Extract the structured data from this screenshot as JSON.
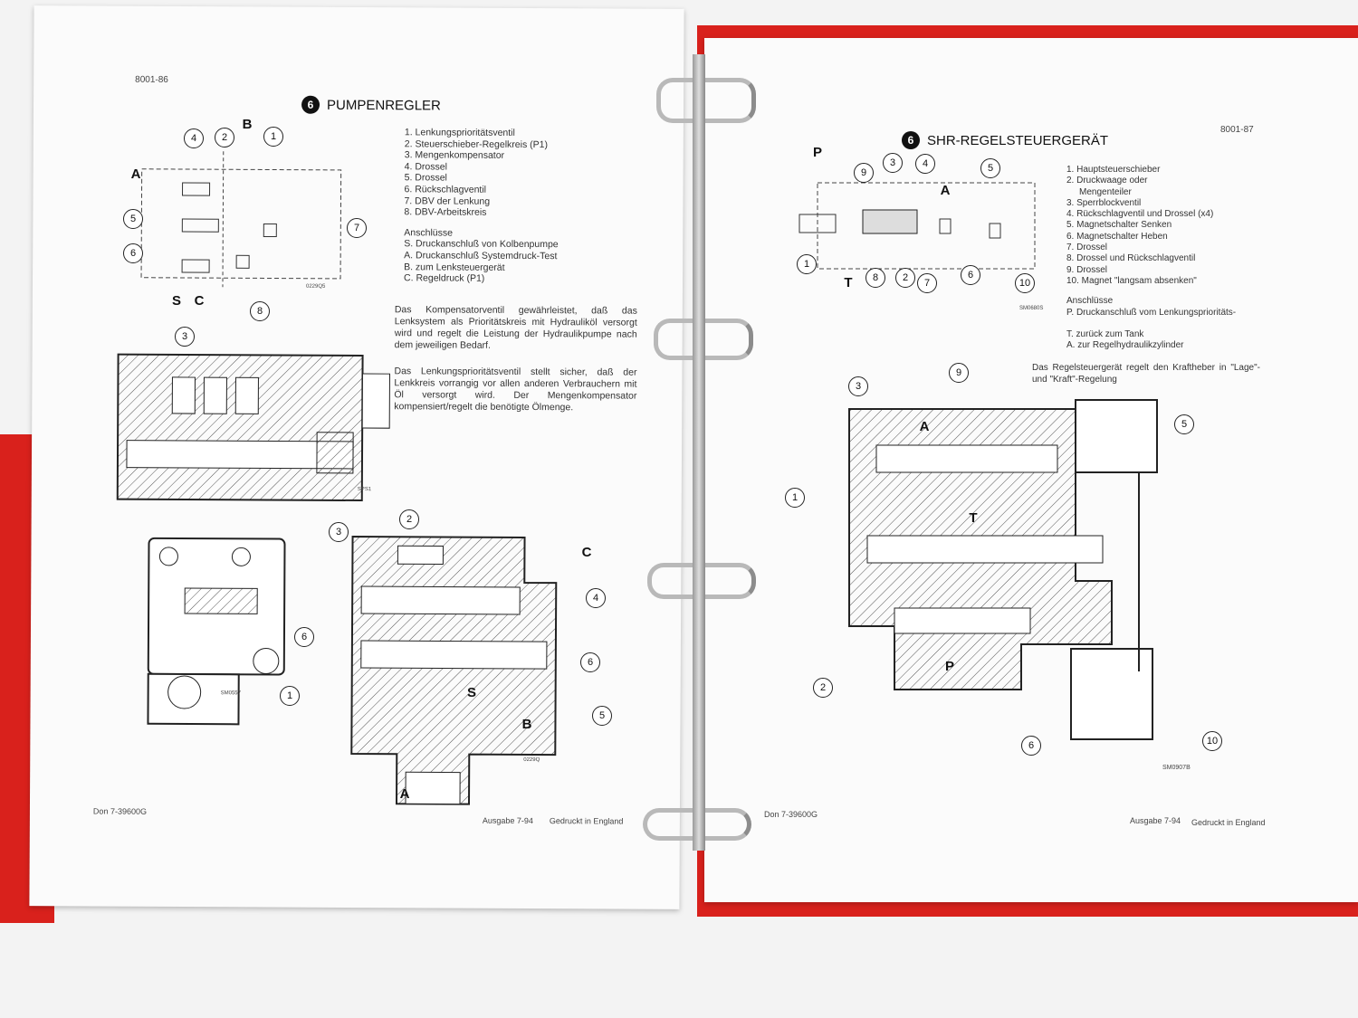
{
  "left_page": {
    "page_number": "8001-86",
    "section_number": "6",
    "title": "PUMPENREGLER",
    "items": [
      "1. Lenkungsprioritätsventil",
      "2. Steuerschieber-Regelkreis (P1)",
      "3. Mengenkompensator",
      "4. Drossel",
      "5. Drossel",
      "6. Rückschlagventil",
      "7. DBV der Lenkung",
      "8. DBV-Arbeitskreis"
    ],
    "connections_heading": "Anschlüsse",
    "connections": [
      "S. Druckanschluß von Kolbenpumpe",
      "A. Druckanschluß Systemdruck-Test",
      "B. zum Lenksteuergerät",
      "C. Regeldruck (P1)"
    ],
    "paragraph1": "Das Kompensatorventil gewährleistet, daß das Lenksystem als Prioritätskreis mit Hydrauliköl versorgt wird und regelt die Leistung der Hydraulikpumpe nach dem jeweiligen Bedarf.",
    "paragraph2": "Das Lenkungsprioritätsventil stellt sicher, daß der Lenkkreis vorrangig vor allen anderen Verbrauchern mit Öl versorgt wird. Der Mengenkompensator kompensiert/regelt die benötigte Ölmenge.",
    "schematic_callouts": [
      "4",
      "2",
      "1",
      "5",
      "6",
      "7",
      "3",
      "8"
    ],
    "schematic_letters": [
      "A",
      "B",
      "S",
      "C"
    ],
    "schematic_code": "0229Q5",
    "section_code": "SPS1",
    "section_callout": "3",
    "lower_left_code": "SM0557",
    "lower_left_callouts": [
      "6",
      "1"
    ],
    "lower_right_code": "0229Q",
    "lower_right_callouts": [
      "2",
      "4",
      "6",
      "5"
    ],
    "lower_right_letters": [
      "C",
      "S",
      "B",
      "A"
    ],
    "footer_left": "Don 7-39600G",
    "footer_issue": "Ausgabe 7-94",
    "footer_print": "Gedruckt in England"
  },
  "right_page": {
    "page_number": "8001-87",
    "section_number": "6",
    "title": "SHR-REGELSTEUERGERÄT",
    "items": [
      "1. Hauptsteuerschieber",
      "2. Druckwaage oder",
      "    Mengenteiler",
      "3. Sperrblockventil",
      "4. Rückschlagventil und Drossel (x4)",
      "5. Magnetschalter Senken",
      "6. Magnetschalter Heben",
      "7. Drossel",
      "8. Drossel und Rückschlagventil",
      "9. Drossel",
      "10. Magnet \"langsam absenken\""
    ],
    "connections_heading": "Anschlüsse",
    "connections": [
      "P. Druckanschluß vom Lenkungsprioritäts-",
      "T. zurück zum Tank",
      "A. zur Regelhydraulikzylinder"
    ],
    "paragraph": "Das Regelsteuergerät regelt den Kraftheber in \"Lage\"-und \"Kraft\"-Regelung",
    "schematic_callouts": [
      "9",
      "3",
      "4",
      "5",
      "1",
      "8",
      "2",
      "7",
      "6",
      "10"
    ],
    "schematic_letters": [
      "P",
      "A",
      "T"
    ],
    "schematic_code": "SM0680S",
    "section_callouts": [
      "3",
      "9",
      "5",
      "1",
      "2",
      "6",
      "10"
    ],
    "section_letters": [
      "A",
      "T",
      "P"
    ],
    "section_code": "SM0907B",
    "footer_left": "Don 7-39600G",
    "footer_issue": "Ausgabe 7-94",
    "footer_print": "Gedruckt in England"
  },
  "colors": {
    "binder": "#d9211c",
    "paper": "#fbfbfb",
    "ring": "#b9b9b9"
  }
}
